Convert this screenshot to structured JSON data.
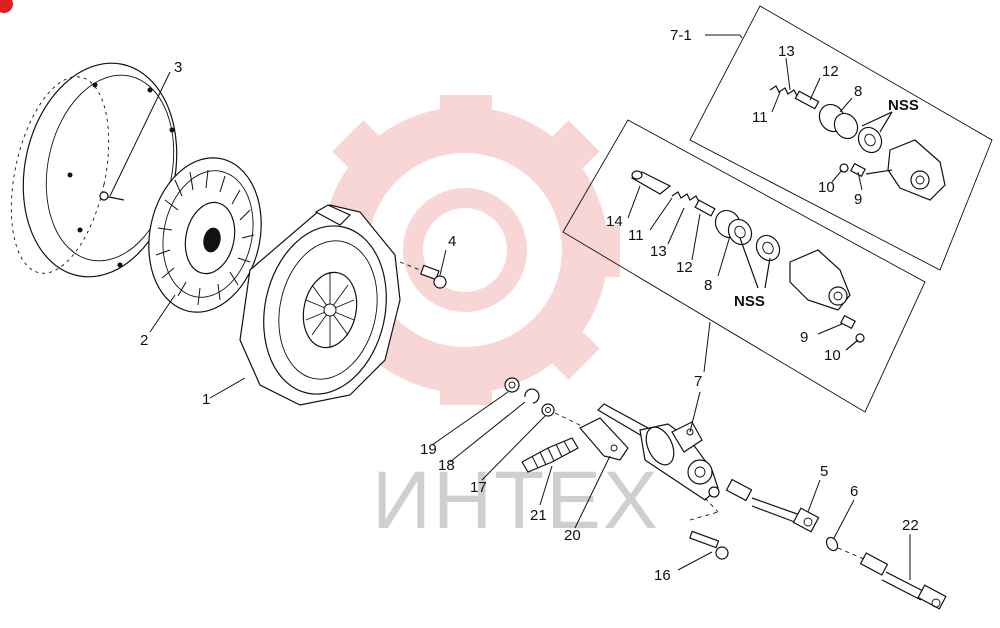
{
  "watermark": {
    "text": "ИНТЕХ",
    "color": "#f5b5b5"
  },
  "labels": {
    "l1": "1",
    "l2": "2",
    "l3": "3",
    "l4": "4",
    "l5": "5",
    "l6": "6",
    "l7": "7",
    "l7_1": "7-1",
    "u8": "8",
    "u9": "9",
    "u10": "10",
    "u11": "11",
    "u12": "12",
    "u13": "13",
    "unss": "NSS",
    "m8": "8",
    "m9": "9",
    "m10": "10",
    "m11": "11",
    "m12": "12",
    "m13": "13",
    "m14": "14",
    "mnss": "NSS",
    "l16": "16",
    "l17": "17",
    "l18": "18",
    "l19": "19",
    "l20": "20",
    "l21": "21",
    "l22": "22"
  }
}
